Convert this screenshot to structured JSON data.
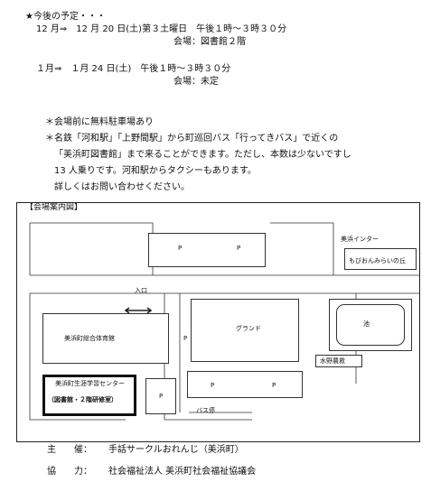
{
  "schedule": {
    "heading": "★今後の予定・・・",
    "dec_line": "12 月⇒　12 月 20 日(土)第３土曜日　午後１時～３時３０分",
    "dec_venue": "会場：図書館２階",
    "jan_line": "１月⇒　１月 24 日(土)　午後１時～３時３０分",
    "jan_venue": "会場：未定"
  },
  "notes": {
    "parking": "＊会場前に無料駐車場あり",
    "bus_line1": "＊名鉄「河和駅」「上野間駅」から町巡回バス「行ってきバス」で近くの",
    "bus_line2": "「美浜町図書館」まで来ることができます。ただし、本数は少ないですし",
    "bus_line3": "13 人乗りです。河和駅からタクシーもあります。",
    "contact": "詳しくはお問い合わせください。"
  },
  "map": {
    "title": "【会場案内図】",
    "interchange": "美浜インター",
    "small_shop": "もびおんみらいの丘",
    "entrance": "入口",
    "parking_mark": "P",
    "gym": "美浜町総合体育館",
    "ground": "グランド",
    "pond": "池",
    "mizuno": "水野農救",
    "center_name": "美浜町生涯学習センター",
    "center_room": "（図書館・２階研修室）",
    "bus_stop": "バス停"
  },
  "footer": {
    "organizer_label": "主　　催：",
    "organizer": "手話サークルおれんじ（美浜町）",
    "cooperation_label": "協　　力：",
    "cooperation": "社会福祉法人 美浜町社会福祉協議会"
  }
}
